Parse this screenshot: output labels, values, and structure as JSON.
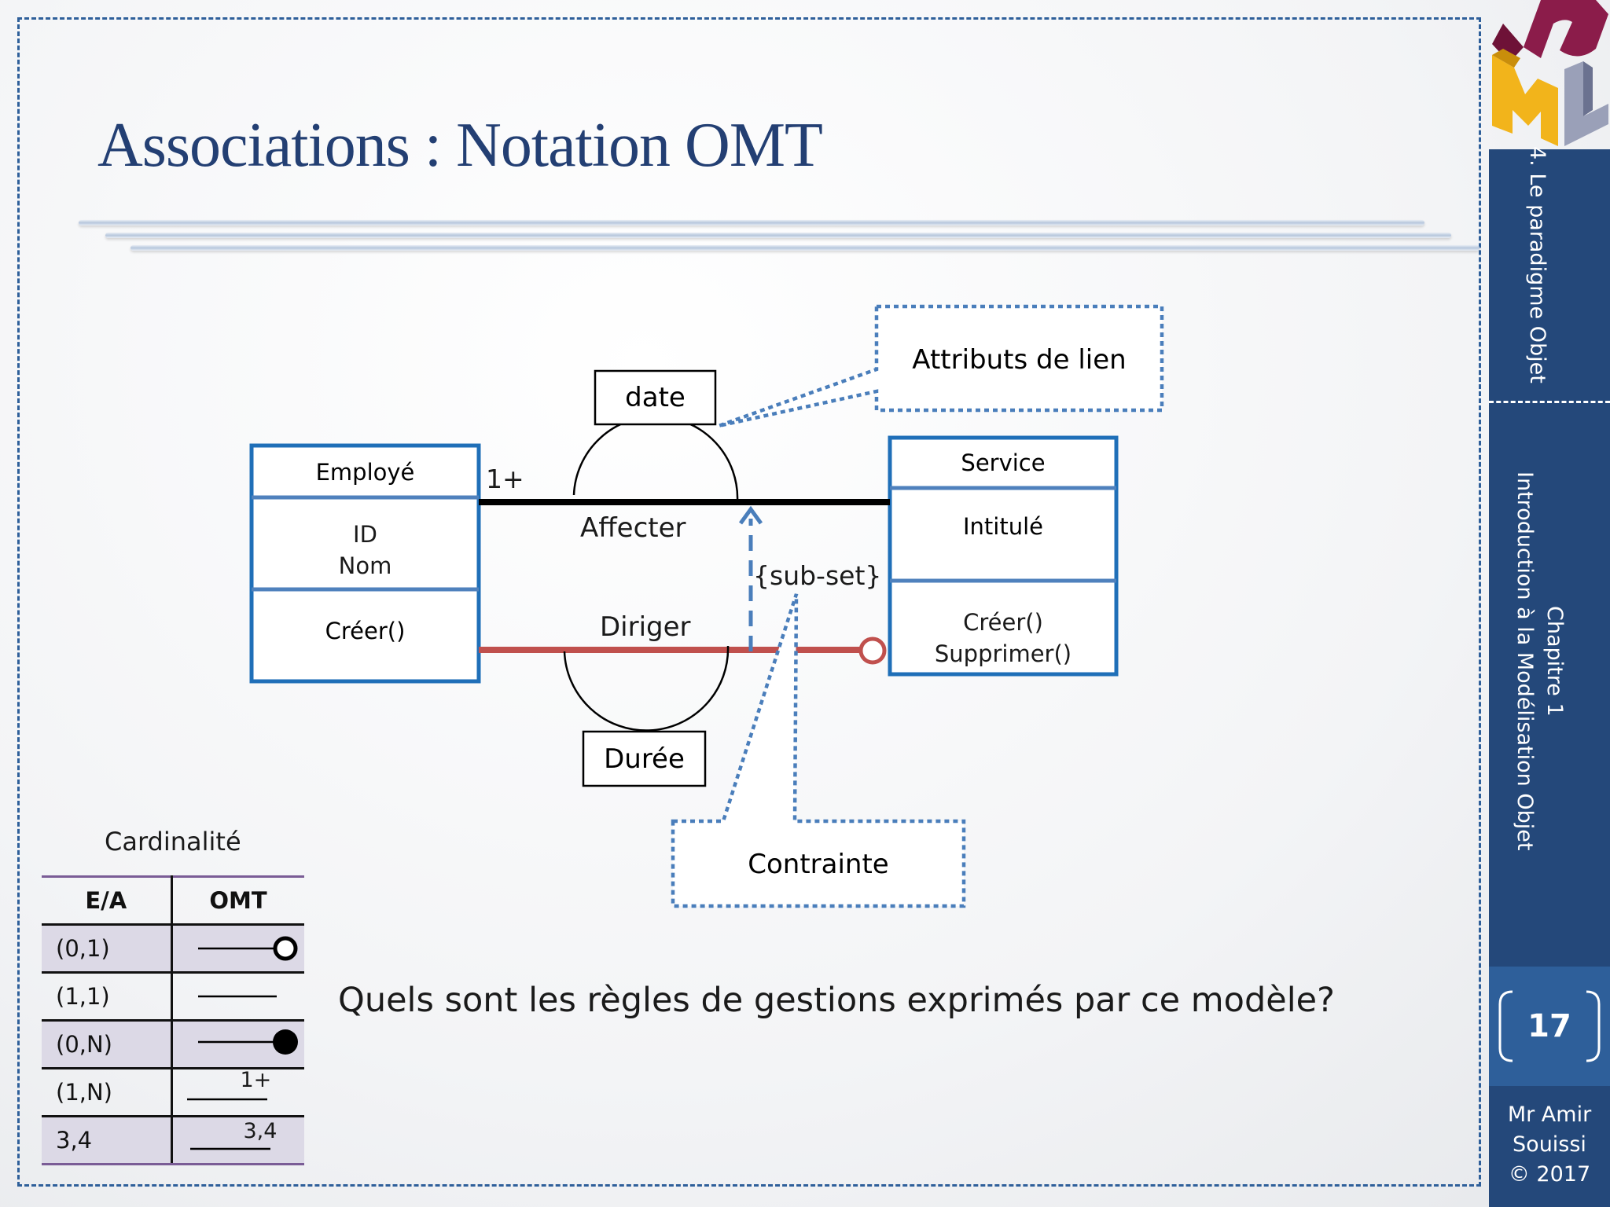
{
  "slide": {
    "title": "Associations : Notation OMT",
    "question": "Quels sont les règles de gestions exprimés par ce modèle?"
  },
  "sidebar": {
    "section": "4. Le paradigme Objet",
    "chapter_line1": "Chapitre 1",
    "chapter_line2": "Introduction à la Modélisation Objet",
    "page_number": "17",
    "author_line1": "Mr Amir",
    "author_line2": "Souissi",
    "author_line3": "© 2017",
    "logo_letters": "UML",
    "colors": {
      "sidebar_bg": "#24487a",
      "page_box_bg": "#2e5f9a",
      "logo_u": "#8b1c4a",
      "logo_m": "#f2b41b",
      "logo_l": "#9aa0b8"
    }
  },
  "diagram": {
    "class_employe": {
      "name": "Employé",
      "attr1": "ID",
      "attr2": "Nom",
      "method": "Créer()"
    },
    "class_service": {
      "name": "Service",
      "attribute": "Intitulé",
      "method1": "Créer()",
      "method2": "Supprimer()"
    },
    "assoc_affecter": {
      "name": "Affecter",
      "multiplicity": "1+",
      "link_attribute": "date"
    },
    "assoc_diriger": {
      "name": "Diriger",
      "link_attribute": "Durée"
    },
    "constraint_label": "{sub-set}",
    "note_attributs": "Attributs de lien",
    "note_contrainte": "Contrainte",
    "colors": {
      "class_border": "#1f6fb8",
      "affecter_line": "#000000",
      "diriger_line": "#c0504d",
      "note_border": "#4a7ebb"
    }
  },
  "cardinality": {
    "caption": "Cardinalité",
    "headers": [
      "E/A",
      "OMT"
    ],
    "rows": [
      {
        "ea": "(0,1)",
        "omt_symbol": "hollow-circle",
        "omt_label": ""
      },
      {
        "ea": "(1,1)",
        "omt_symbol": "plain-line",
        "omt_label": ""
      },
      {
        "ea": "(0,N)",
        "omt_symbol": "filled-circle",
        "omt_label": ""
      },
      {
        "ea": "(1,N)",
        "omt_symbol": "labeled-line",
        "omt_label": "1+"
      },
      {
        "ea": "3,4",
        "omt_symbol": "labeled-line",
        "omt_label": "3,4"
      }
    ]
  }
}
